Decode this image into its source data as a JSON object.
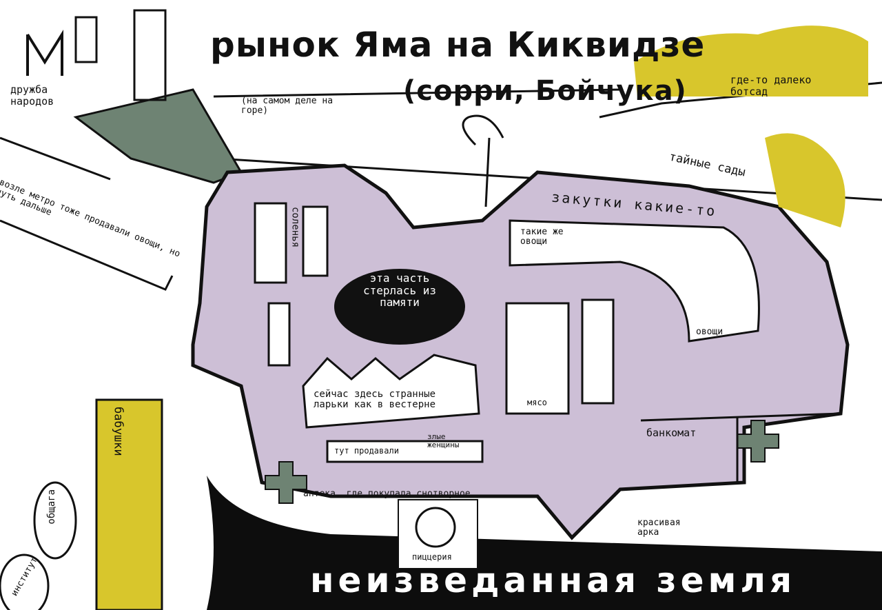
{
  "colors": {
    "market": "#cdbfd6",
    "yellow": "#d8c62c",
    "park": "#6e8373",
    "ink": "#111111",
    "unknown": "#0d0d0d"
  },
  "title": {
    "line1": "рынок Яма на Киквидзе",
    "line2": "(сорри, Бойчука)"
  },
  "notes": {
    "on_hill": "(на самом деле на горе)",
    "botsad": "где-то далеко ботсад",
    "druzhba": "дружба народов",
    "secret_gardens": "тайные сады",
    "zakutki": "закутки какие-то",
    "same_veg": "такие же овощи",
    "veg": "овощи",
    "pickles": "соленья",
    "erased": "эта часть стерлась из памяти",
    "western": "сейчас здесь странные ларьки как в вестерне",
    "evil_women_a": "тут продавали",
    "evil_women_b": "злые женщины",
    "meat": "мясо",
    "atm": "банкомат",
    "pharmacy": "аптека, где покупала снотворное",
    "pizzeria": "пиццерия",
    "arch": "красивая арка",
    "grannies": "бабушки",
    "dorm": "общага",
    "institute": "институт",
    "metro": "возле метро тоже продавали овощи, но чуть дальше",
    "unknown_land": "неизведанная земля"
  }
}
